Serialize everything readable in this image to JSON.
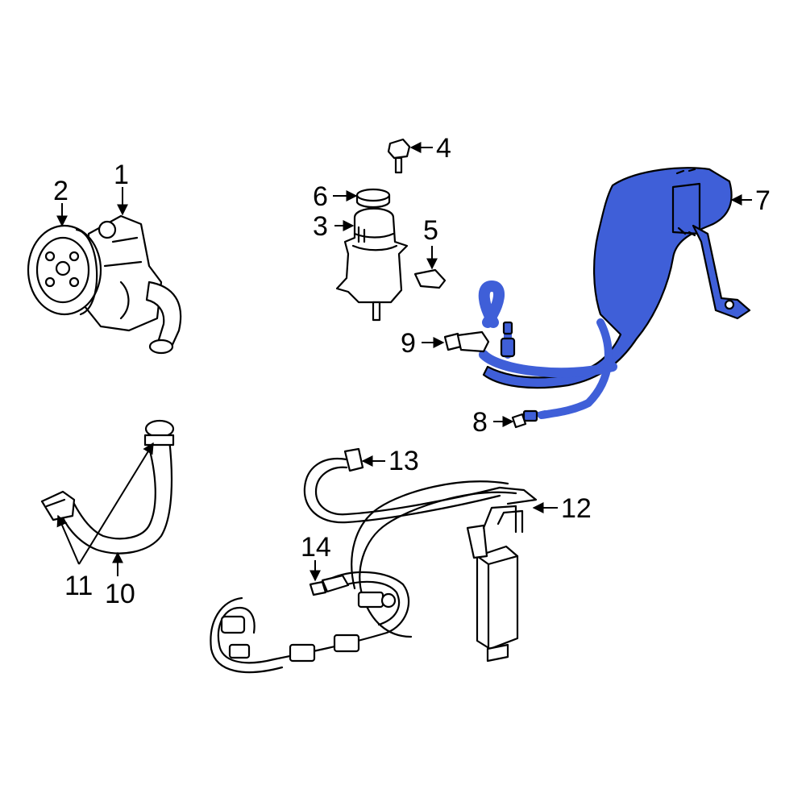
{
  "highlight_color": "#3f5fd8",
  "callouts": {
    "c1": "1",
    "c2": "2",
    "c3": "3",
    "c4": "4",
    "c5": "5",
    "c6": "6",
    "c7": "7",
    "c8": "8",
    "c9": "9",
    "c10": "10",
    "c11": "11",
    "c12": "12",
    "c13": "13",
    "c14": "14"
  },
  "icons": {
    "arrowhead": "arrow-icon"
  }
}
